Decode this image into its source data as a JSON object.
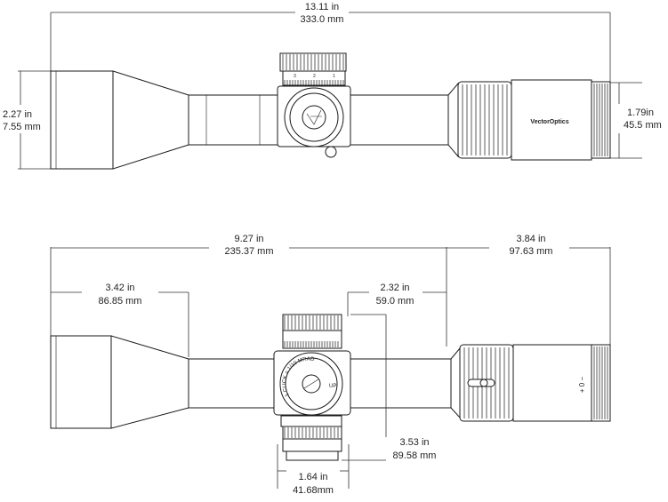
{
  "top_view": {
    "overall_length": {
      "in": "13.11 in",
      "mm": "333.0 mm"
    },
    "objective_diameter": {
      "in": "2.27 in",
      "mm": "7.55 mm"
    },
    "eyepiece_diameter": {
      "in": "1.79in",
      "mm": "45.5 mm"
    },
    "brand_text": "VectorOptics",
    "turret_scale": [
      "3",
      "2",
      "1"
    ]
  },
  "side_view": {
    "objective_to_eyepiece": {
      "in": "9.27 in",
      "mm": "235.37 mm"
    },
    "eyepiece_length": {
      "in": "3.84 in",
      "mm": "97.63 mm"
    },
    "objective_bell_to_turret": {
      "in": "3.42 in",
      "mm": "86.85 mm"
    },
    "turret_to_eyepiece": {
      "in": "2.32 in",
      "mm": "59.0 mm"
    },
    "turret_height": {
      "in": "3.53 in",
      "mm": "89.58 mm"
    },
    "turret_width": {
      "in": "1.64 in",
      "mm": "41.68mm"
    },
    "turret_label": "1 CLICK = 1/10 MRAD",
    "turret_up": "UP",
    "diopter_mark": "+ 0 −"
  }
}
